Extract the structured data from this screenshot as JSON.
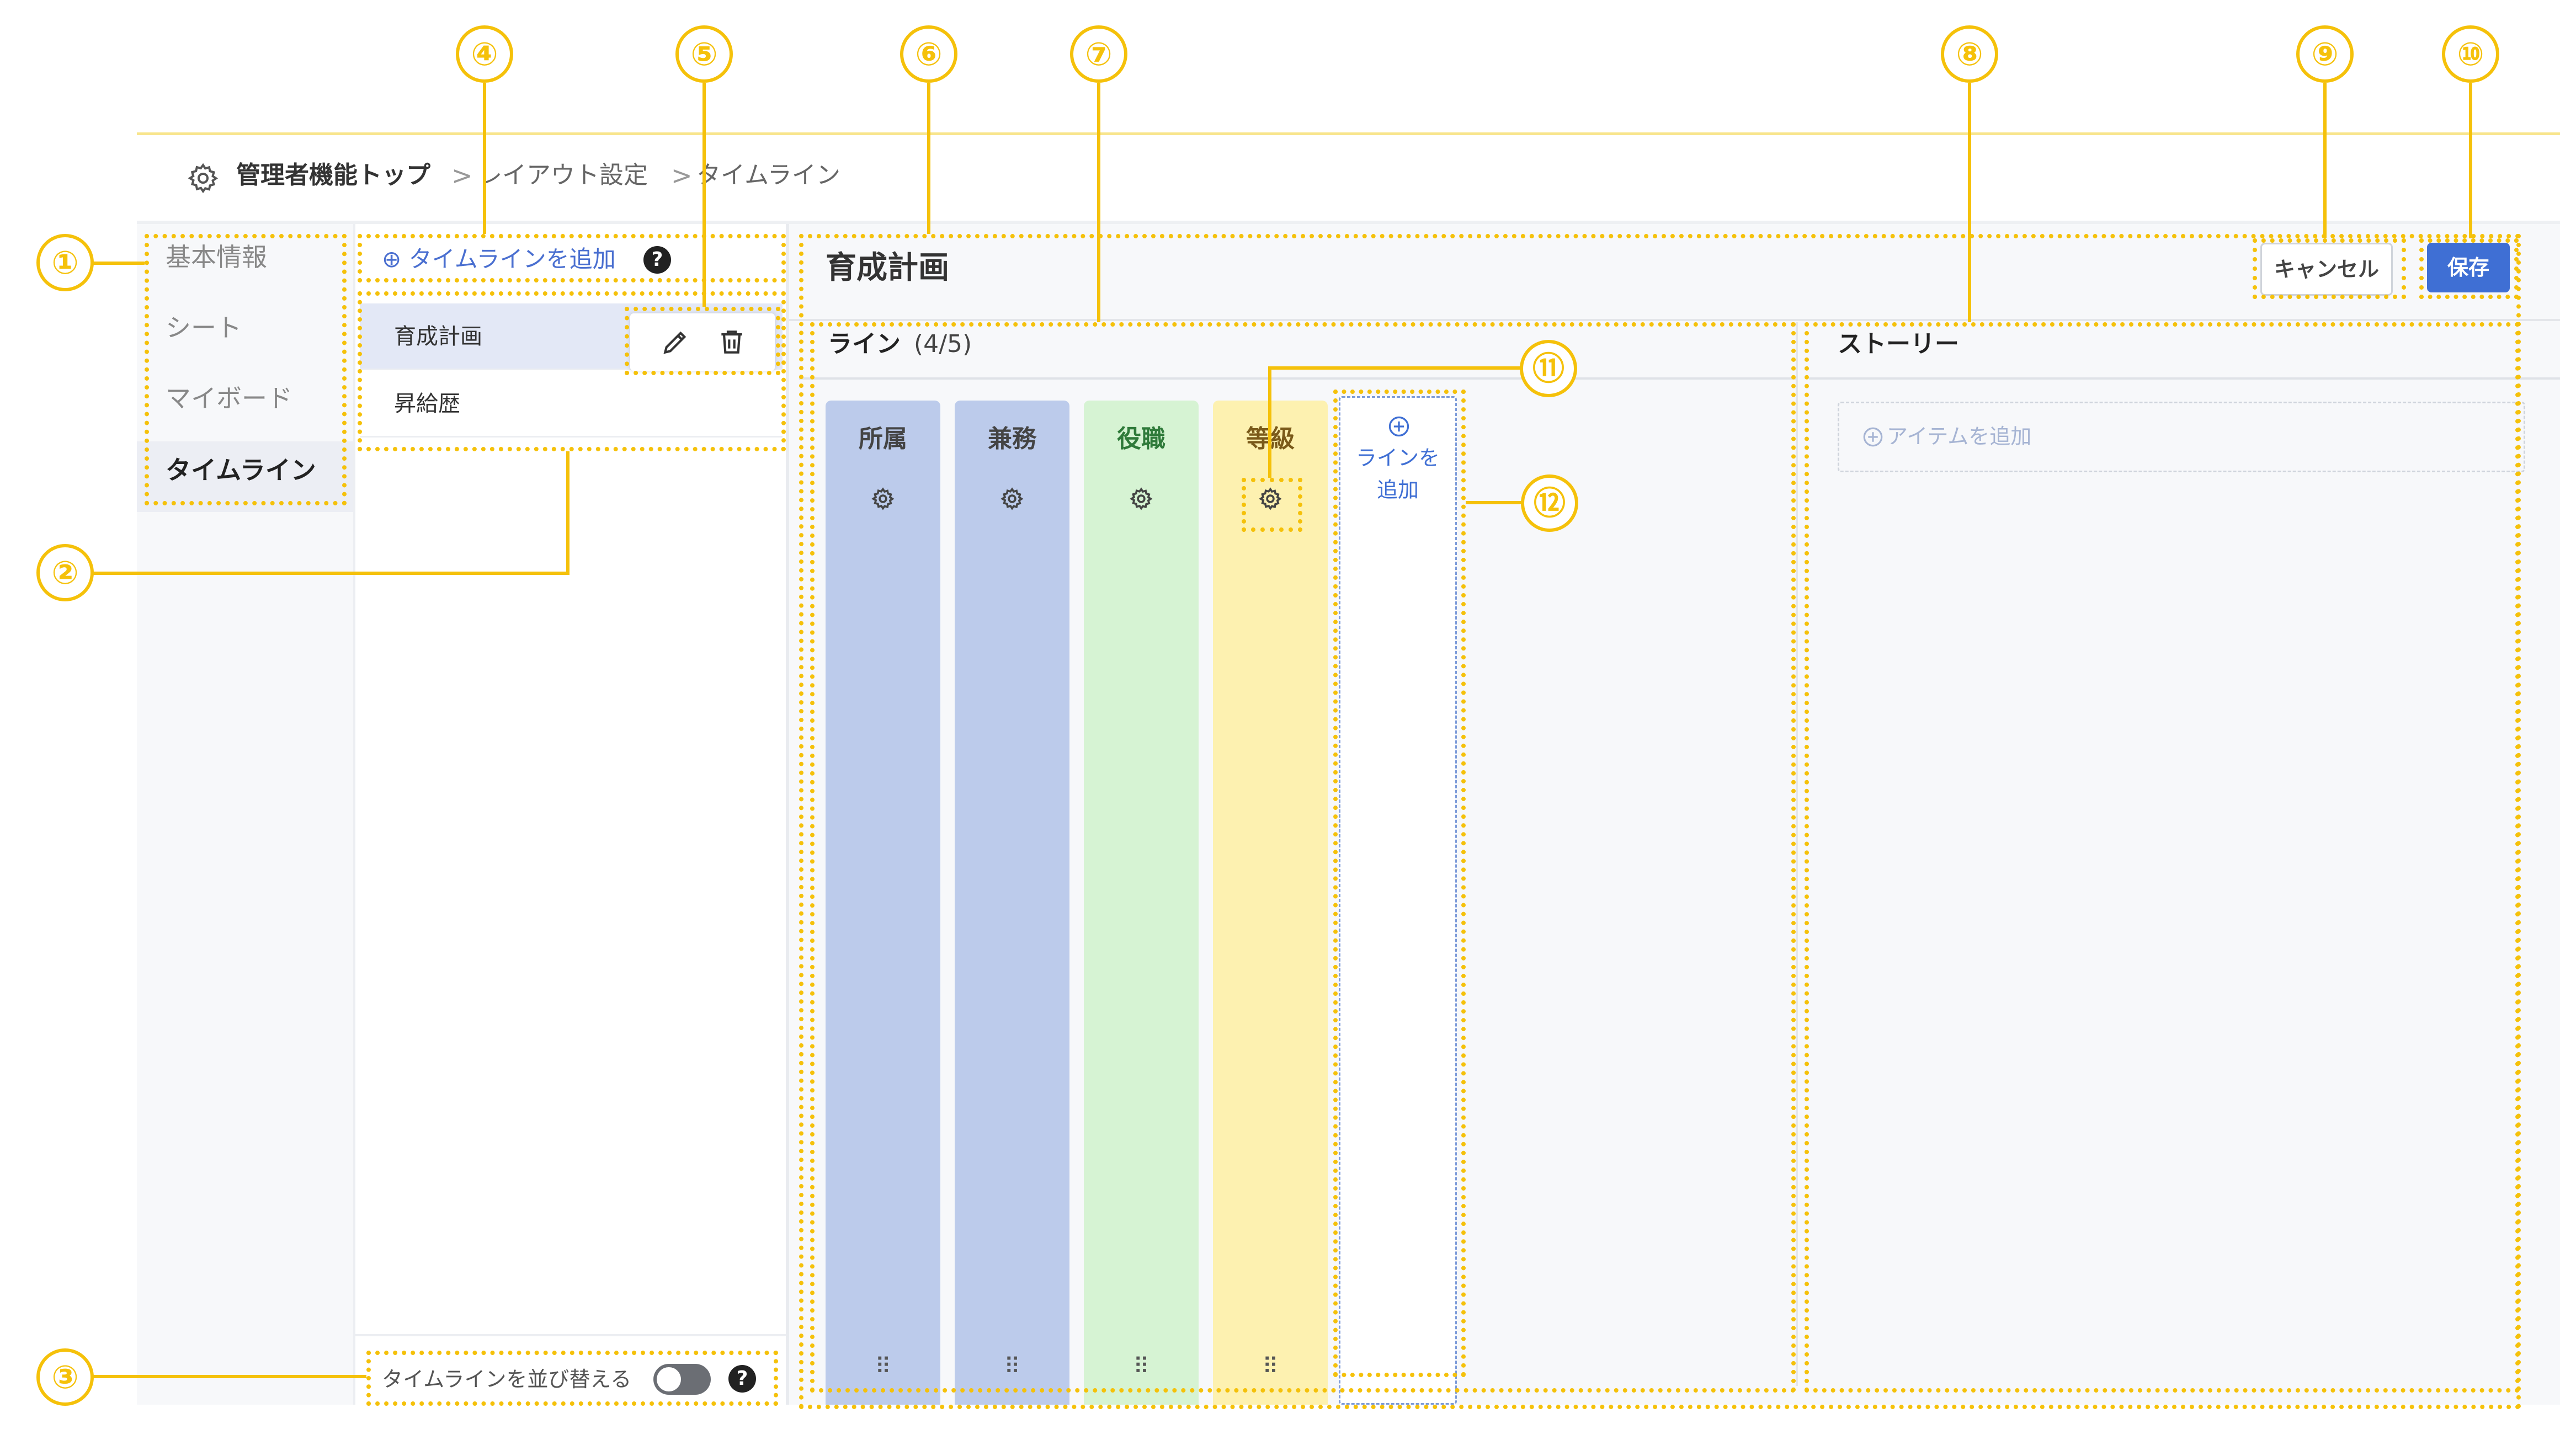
{
  "breadcrumb": {
    "root": "管理者機能トップ",
    "separator": ">",
    "middle": "レイアウト設定",
    "current": "タイムライン",
    "icon": "gear-icon"
  },
  "nav": {
    "items": [
      {
        "label": "基本情報",
        "active": false
      },
      {
        "label": "シート",
        "active": false
      },
      {
        "label": "マイボード",
        "active": false
      },
      {
        "label": "タイムライン",
        "active": true
      }
    ]
  },
  "timeline_list": {
    "add_label": "タイムラインを追加",
    "help_mark": "?",
    "items": [
      {
        "label": "育成計画",
        "selected": true
      },
      {
        "label": "昇給歴",
        "selected": false
      }
    ],
    "actions": {
      "edit_icon": "pencil-icon",
      "delete_icon": "trash-icon"
    },
    "reorder_label": "タイムラインを並び替える",
    "reorder_enabled": false
  },
  "editor": {
    "title": "育成計画",
    "cancel_label": "キャンセル",
    "save_label": "保存",
    "accent_color": "#3f6fd4"
  },
  "lines": {
    "title": "ライン",
    "count": "(4/5)",
    "lanes": [
      {
        "label": "所属",
        "color": "#bccbeb",
        "text_color": "#444444"
      },
      {
        "label": "兼務",
        "color": "#bccbeb",
        "text_color": "#444444"
      },
      {
        "label": "役職",
        "color": "#d6f3d3",
        "text_color": "#2f7a3a"
      },
      {
        "label": "等級",
        "color": "#fdf1b0",
        "text_color": "#7a5a1a"
      }
    ],
    "grip": "⠿",
    "add_line_label_1": "ラインを",
    "add_line_label_2": "追加"
  },
  "story": {
    "title": "ストーリー",
    "add_item_label": "アイテムを追加"
  },
  "annotations": {
    "color": "#f5c10a",
    "markers": [
      "①",
      "②",
      "③",
      "④",
      "⑤",
      "⑥",
      "⑦",
      "⑧",
      "⑨",
      "⑩",
      "⑪",
      "⑫"
    ]
  }
}
